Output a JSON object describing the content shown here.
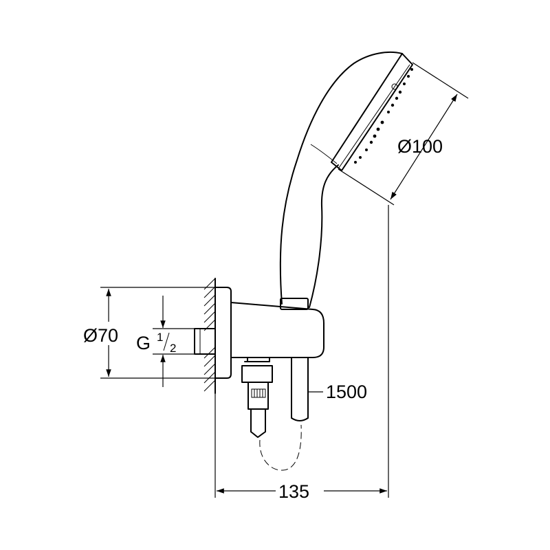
{
  "dimensions": {
    "spray_face_diameter": "Ø100",
    "wall_flange_diameter": "Ø70",
    "thread_prefix": "G",
    "thread_numerator": "1",
    "thread_denominator": "2",
    "hose_length": "1500",
    "overall_projection": "135"
  }
}
